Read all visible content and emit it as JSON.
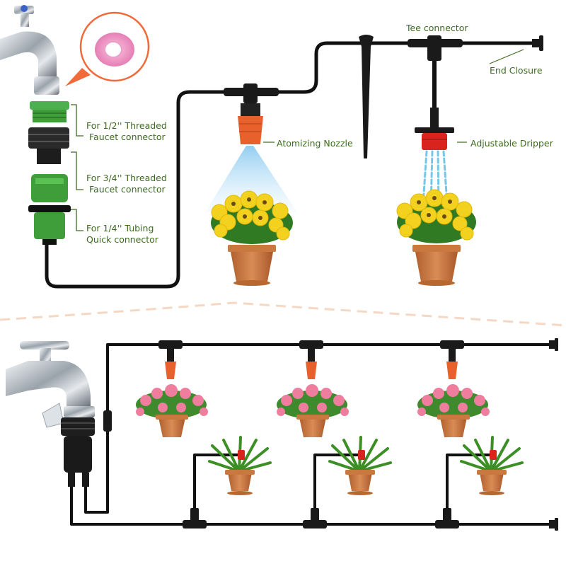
{
  "labels": {
    "tee_connector": "Tee connector",
    "end_closure": "End Closure",
    "atomizing_nozzle": "Atomizing Nozzle",
    "adjustable_dripper": "Adjustable Dripper",
    "half_inch_line1": "For 1/2'' Threaded",
    "half_inch_line2": "Faucet connector",
    "three_quarter_line1": "For 3/4'' Threaded",
    "three_quarter_line2": "Faucet connector",
    "quarter_line1": "For 1/4'' Tubing",
    "quarter_line2": "Quick connector"
  },
  "colors": {
    "label_text": "#3d6b1f",
    "tubing": "#111111",
    "nozzle_orange": "#e8602c",
    "dripper_red": "#d8241d",
    "connector_green": "#3f9e3a",
    "pot_terracotta": "#c9783f",
    "flower_yellow": "#f2d21e",
    "flower_pink": "#ee7d9e",
    "divider_dash": "#f5d8c4",
    "tape_pink": "#f3a9cf"
  },
  "icons": [
    "faucet-icon",
    "sealing-tape-icon",
    "stake-icon",
    "tee-connector-icon",
    "end-closure-icon",
    "atomizing-nozzle-icon",
    "adjustable-dripper-icon",
    "flower-pot-icon"
  ]
}
